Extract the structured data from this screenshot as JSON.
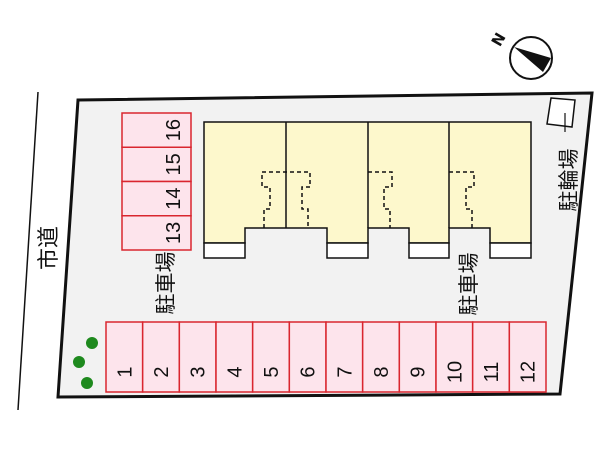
{
  "labels": {
    "road": "市道",
    "parking_left": "駐車場",
    "parking_right": "駐車場",
    "bicycle_parking": "駐輪場",
    "north": "N"
  },
  "parking_bottom": [
    "1",
    "2",
    "3",
    "4",
    "5",
    "6",
    "7",
    "8",
    "9",
    "10",
    "11",
    "12"
  ],
  "parking_top_left": [
    "16",
    "15",
    "14",
    "13"
  ],
  "colors": {
    "lot": "#f2f2f2",
    "parking_fill": "#fde4ec",
    "parking_stroke": "#d9262f",
    "building": "#fdf8cc",
    "tree": "#1e8a1e"
  }
}
